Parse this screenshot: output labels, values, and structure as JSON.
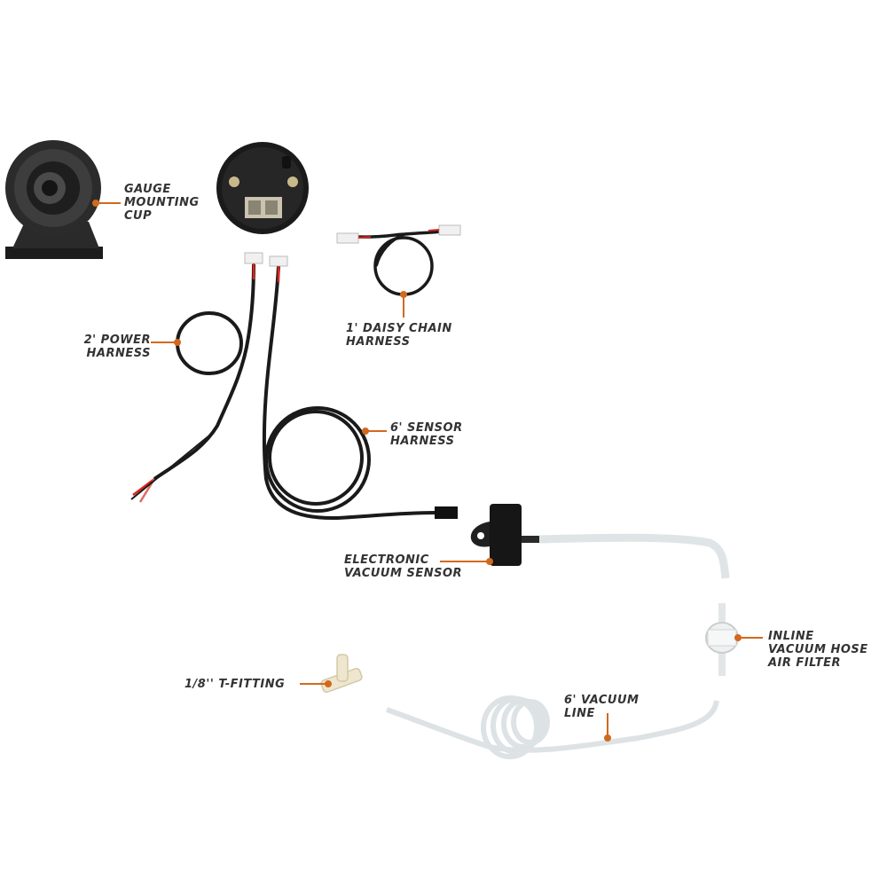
{
  "colors": {
    "accent": "#d2691e",
    "cable": "#1a1a1a",
    "hose": "#e4e9ea",
    "label": "#333333"
  },
  "labels": {
    "mounting_cup": [
      "GAUGE",
      "MOUNTING",
      "CUP"
    ],
    "power_harness": [
      "2' POWER",
      "HARNESS"
    ],
    "daisy_chain": [
      "1' DAISY CHAIN",
      "HARNESS"
    ],
    "sensor_harness": [
      "6' SENSOR",
      "HARNESS"
    ],
    "vacuum_sensor": [
      "ELECTRONIC",
      "VACUUM SENSOR"
    ],
    "air_filter": [
      "INLINE",
      "VACUUM HOSE",
      "AIR FILTER"
    ],
    "t_fitting": [
      "1/8'' T-FITTING"
    ],
    "vacuum_line": [
      "6' VACUUM",
      "LINE"
    ]
  },
  "components": [
    {
      "name": "gauge-mounting-cup",
      "icon": "mounting-cup-icon"
    },
    {
      "name": "gauge-back",
      "icon": "gauge-back-icon"
    },
    {
      "name": "power-harness",
      "icon": "cable-coil-icon"
    },
    {
      "name": "daisy-chain-harness",
      "icon": "cable-coil-icon"
    },
    {
      "name": "sensor-harness",
      "icon": "cable-coil-icon"
    },
    {
      "name": "vacuum-sensor",
      "icon": "sensor-icon"
    },
    {
      "name": "air-filter",
      "icon": "filter-icon"
    },
    {
      "name": "t-fitting",
      "icon": "t-fitting-icon"
    },
    {
      "name": "vacuum-line",
      "icon": "hose-coil-icon"
    }
  ]
}
